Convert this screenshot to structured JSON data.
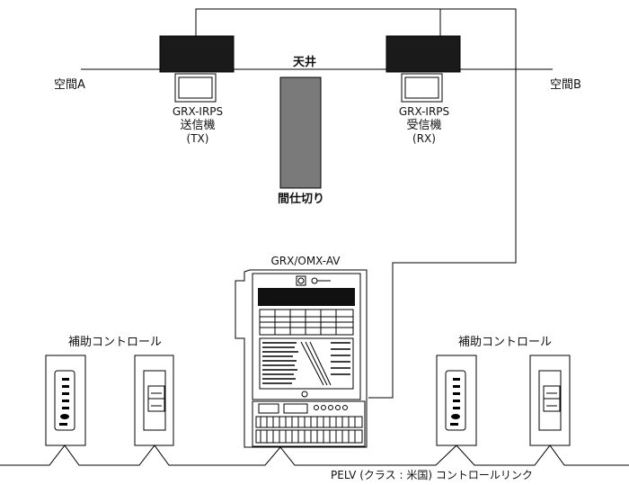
{
  "top_partial_text": "",
  "ceiling_label": "天井",
  "room_a_label": "空間A",
  "room_b_label": "空間B",
  "transmitter": {
    "model": "GRX-IRPS",
    "name": "送信機",
    "code": "(TX)"
  },
  "receiver": {
    "model": "GRX-IRPS",
    "name": "受信機",
    "code": "(RX)"
  },
  "partition_label": "間仕切り",
  "controller_label": "GRX/OMX-AV",
  "aux_control_left": "補助コントロール",
  "aux_control_right": "補助コントロール",
  "link_label": "PELV (クラス : 米国) コントロールリンク",
  "colors": {
    "line": "#000000",
    "partition": "#7a7a7a",
    "sensor_body": "#1a1a1a"
  }
}
